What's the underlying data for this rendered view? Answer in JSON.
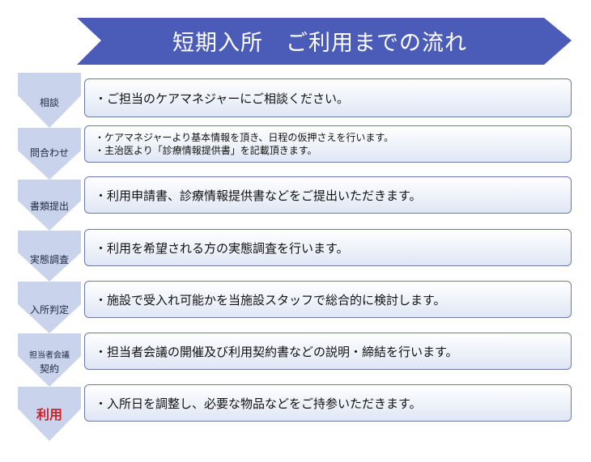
{
  "title": "短期入所　ご利用までの流れ",
  "colors": {
    "banner": "#4a5bb8",
    "chevron": "#c9d3eb",
    "box_border": "#6a7aa6",
    "highlight_label": "#d0202a"
  },
  "steps": [
    {
      "label": "相談",
      "lines": [
        "・ご担当のケアマネジャーにご相談ください。"
      ]
    },
    {
      "label": "問合わせ",
      "lines": [
        "・ケアマネジャーより基本情報を頂き、日程の仮押さえを行います。",
        "・主治医より「診療情報提供書」を記載頂きます。"
      ]
    },
    {
      "label": "書類提出",
      "lines": [
        "・利用申請書、診療情報提供書などをご提出いただきます。"
      ]
    },
    {
      "label": "実態調査",
      "lines": [
        "・利用を希望される方の実態調査を行います。"
      ]
    },
    {
      "label": "入所判定",
      "lines": [
        "・施設で受入れ可能かを当施設スタッフで総合的に検討します。"
      ]
    },
    {
      "label_line1": "担当者会議",
      "label_line2": "契約",
      "lines": [
        "・担当者会議の開催及び利用契約書などの説明・締結を行います。"
      ]
    },
    {
      "label": "利用",
      "lines": [
        "・入所日を調整し、必要な物品などをご持参いただきます。"
      ]
    }
  ]
}
